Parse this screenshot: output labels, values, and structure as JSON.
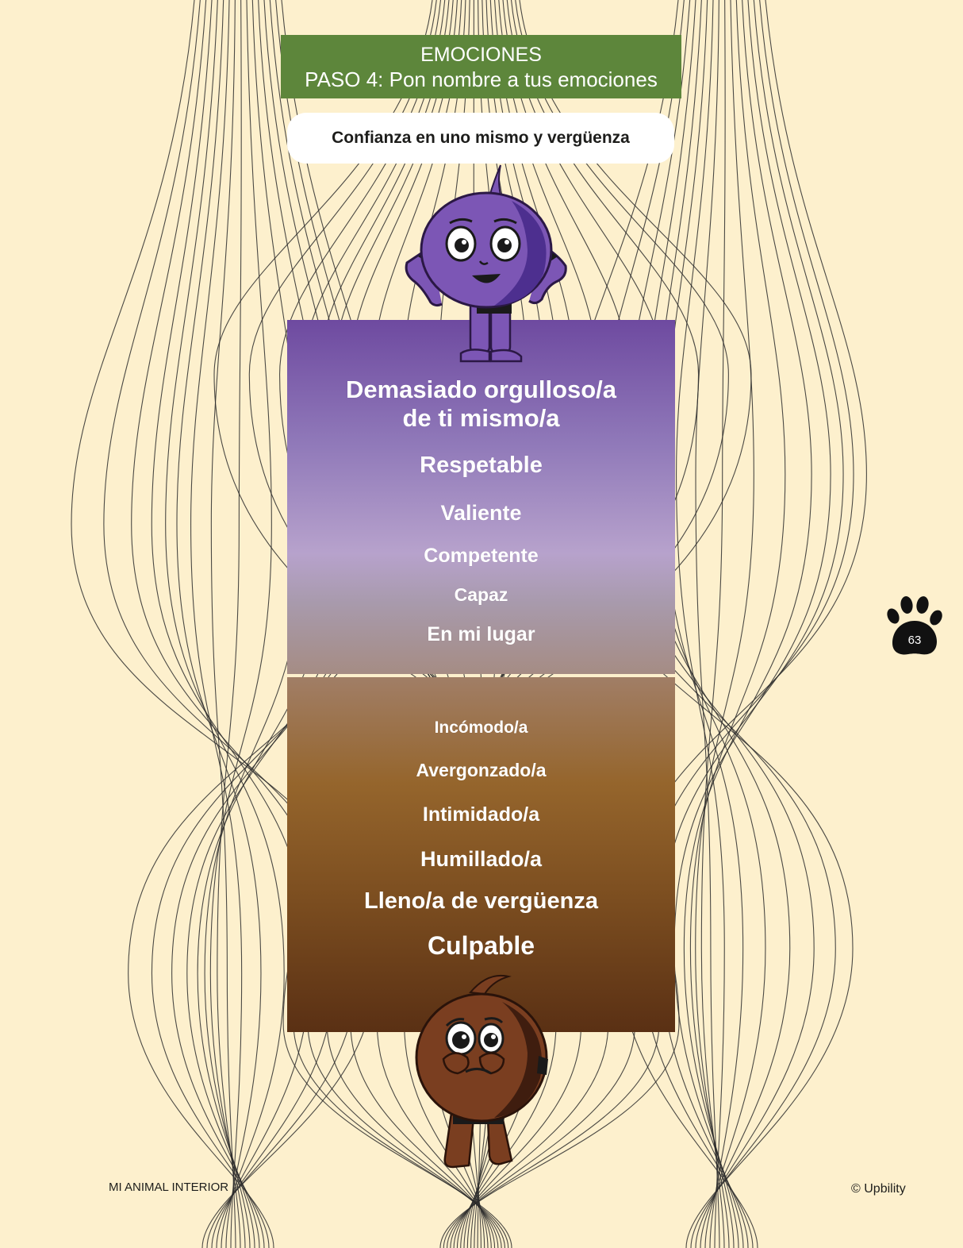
{
  "header": {
    "line1": "EMOCIONES",
    "line2": "PASO 4: Pon nombre a tus emociones"
  },
  "subtitle": "Confianza en uno mismo y vergüenza",
  "confidence_words": [
    "Demasiado orgulloso/a",
    "de ti mismo/a",
    "Respetable",
    "Valiente",
    "Competente",
    "Capaz",
    "En mi lugar"
  ],
  "shame_words": [
    "Incómodo/a",
    "Avergonzado/a",
    "Intimidado/a",
    "Humillado/a",
    "Lleno/a de vergüenza",
    "Culpable"
  ],
  "page_number": "63",
  "footer": {
    "left": "MI ANIMAL INTERIOR",
    "right": "© Upbility"
  },
  "colors": {
    "banner": "#5d863b",
    "background": "#fdf0cd",
    "purple_panel": "#6e4aa0",
    "brown_panel": "#5a3014"
  }
}
